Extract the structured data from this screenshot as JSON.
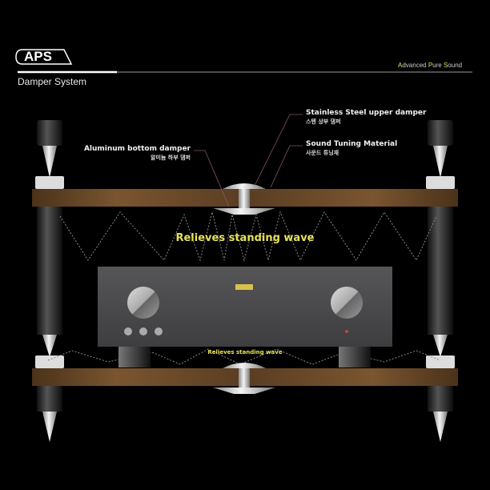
{
  "header": {
    "logo_text": "APS",
    "tagline_parts": [
      {
        "text": "A",
        "accent": true
      },
      {
        "text": "dvanced ",
        "accent": false
      },
      {
        "text": "P",
        "accent": true
      },
      {
        "text": "ure ",
        "accent": false
      },
      {
        "text": "S",
        "accent": true
      },
      {
        "text": "ound",
        "accent": false
      }
    ],
    "title": "Damper System"
  },
  "callouts": {
    "stainless": {
      "en": "Stainless Steel upper damper",
      "ko": "스텐 상부 댐퍼"
    },
    "tuning": {
      "en": "Sound Tuning Material",
      "ko": "사운드 튜닝재"
    },
    "aluminum": {
      "en": "Aluminum bottom damper",
      "ko": "알미늄 하부 댐퍼"
    }
  },
  "wave_label_main": "Relieves standing wave",
  "wave_label_small": "Relieves standing wave",
  "colors": {
    "accent": "#e6e25a",
    "shelf": "#5a3d22",
    "background": "#000000",
    "amp": "#4a4a4c"
  }
}
